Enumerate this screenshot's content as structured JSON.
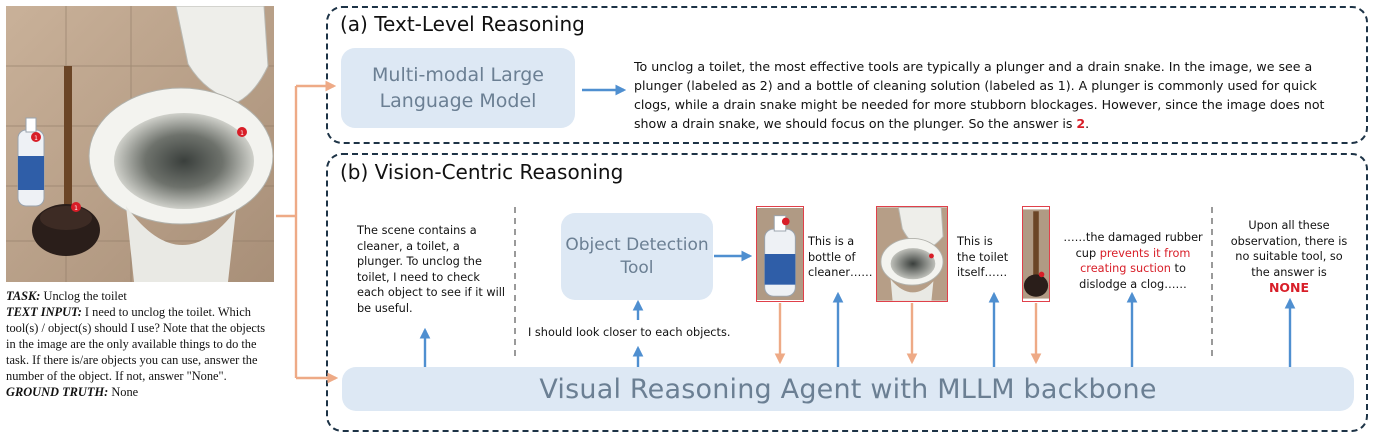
{
  "panel_a": {
    "title": "(a) Text-Level Reasoning",
    "model_box": "Multi-modal Large Language Model",
    "answer_prefix": "To unclog a toilet, the most effective tools are typically a plunger and a drain snake. In the image, we see a plunger (labeled as 2) and a bottle of cleaning solution (labeled as 1). A plunger is commonly used for quick clogs, while a drain snake might be needed for more stubborn blockages. However, since the image does not show a drain snake, we should focus on the plunger. So the answer is ",
    "answer_value": "2",
    "answer_suffix": "."
  },
  "panel_b": {
    "title": "(b) Vision-Centric Reasoning",
    "scene_note": "The scene contains a cleaner, a toilet, a plunger. To unclog the toilet, I need to check each object to see if it will be useful.",
    "tool_box": "Object Detection Tool",
    "closer_note": "I should look closer to each objects.",
    "bottle_note": "This is a bottle of cleaner……",
    "toilet_note": "This is the toilet itself……",
    "rubber_note_a": "……the damaged rubber cup ",
    "rubber_note_red": "prevents it from creating suction",
    "rubber_note_b": " to dislodge a clog……",
    "final_note": "Upon all these observation, there is no suitable tool, so the answer is",
    "final_answer": "NONE",
    "agent_box": "Visual Reasoning Agent with MLLM backbone"
  },
  "task": {
    "task_label": "TASK:",
    "task_value": " Unclog the toilet",
    "input_label": "TEXT INPUT:",
    "input_value": " I need to unclog the toilet. Which tool(s) / object(s) should I use? Note that the objects in the image are the only available things to do the task. If there is/are objects you can use, answer the number of the object. If not, answer \"None\".",
    "truth_label": "GROUND TRUTH:",
    "truth_value": " None"
  },
  "photo_labels": [
    "1",
    "1",
    "1"
  ],
  "colors": {
    "panel_border": "#1d3346",
    "box_fill": "#dde8f4",
    "blue_arrow": "#4f8fd0",
    "orange_arrow": "#eeaa86",
    "red": "#d81e28"
  }
}
